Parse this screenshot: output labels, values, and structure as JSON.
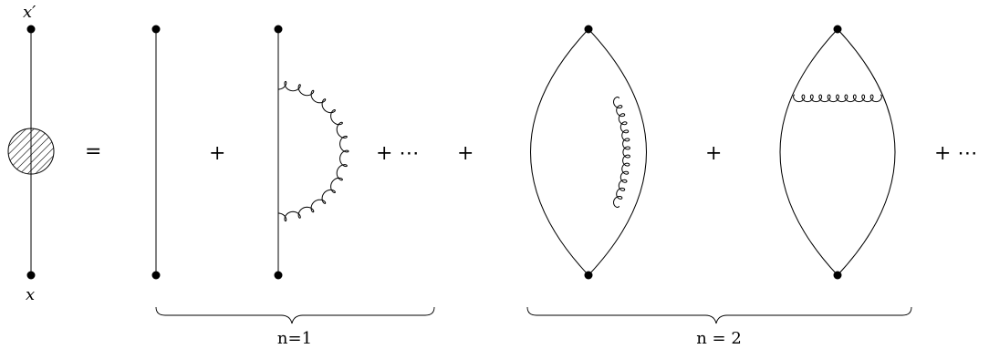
{
  "labels": {
    "top_vertex": "x′",
    "bottom_vertex": "x"
  },
  "operators": {
    "equals": "=",
    "plus": "+",
    "ellipsis": "+ ⋯"
  },
  "groups": {
    "first": "n=1",
    "second": "n = 2"
  },
  "colors": {
    "ink": "#000000",
    "background": "#ffffff"
  }
}
